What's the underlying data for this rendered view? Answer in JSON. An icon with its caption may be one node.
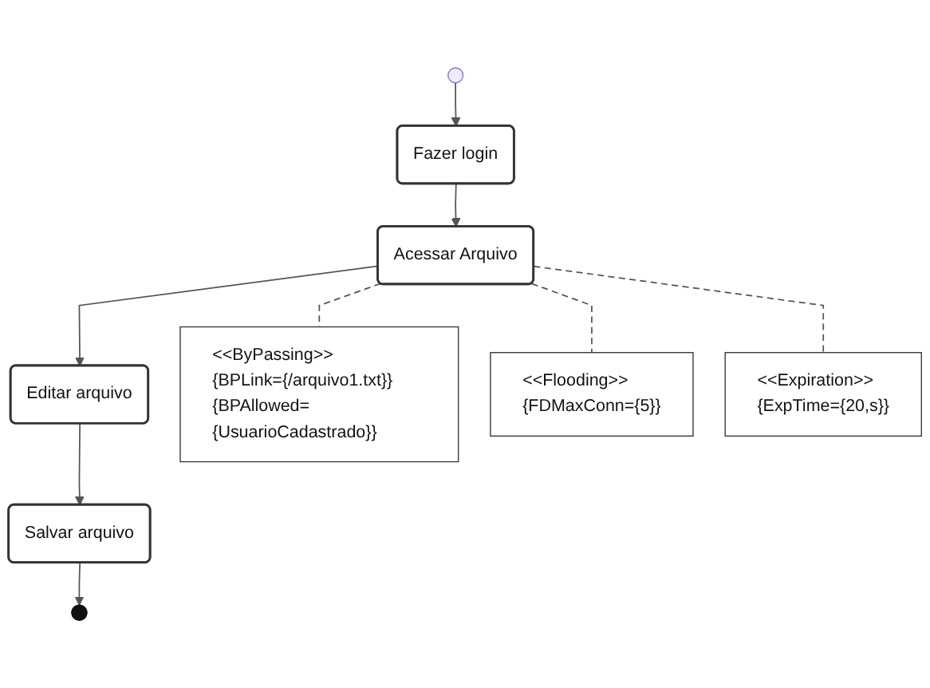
{
  "diagram": {
    "nodes": [
      {
        "text": [],
        "shape": "circle"
      },
      {
        "text": [
          "Fazer login"
        ]
      },
      {
        "text": [
          "Acessar Arquivo"
        ]
      },
      {
        "text": [
          "Editar arquivo"
        ]
      },
      {
        "text": [
          "Salvar arquivo"
        ]
      },
      {
        "text": [],
        "shape": "bullseye"
      },
      {
        "text": [
          "<<ByPassing>>",
          "{BPLink={/arquivo1.txt}}",
          "{BPAllowed={UsuarioCadastrado}}"
        ]
      },
      {
        "text": [
          "<<Flooding>>",
          "{FDMaxConn={5}}"
        ]
      },
      {
        "text": [
          "<<Expiration>>",
          "{ExpTime={20,s}}"
        ]
      }
    ],
    "edges": [
      {
        "from": 0,
        "to": 1,
        "arrow": "to"
      },
      {
        "from": 1,
        "to": 2,
        "arrow": "to"
      },
      {
        "from": 2,
        "to": 3,
        "arrow": "to"
      },
      {
        "from": 3,
        "to": 4,
        "arrow": "to"
      },
      {
        "from": 4,
        "to": 5,
        "arrow": "to"
      },
      {
        "from": 2,
        "to": 6,
        "arrow": "none",
        "style": "dashed"
      },
      {
        "from": 2,
        "to": 7,
        "arrow": "none",
        "style": "dashed"
      },
      {
        "from": 2,
        "to": 8,
        "arrow": "none",
        "style": "dashed"
      }
    ]
  }
}
